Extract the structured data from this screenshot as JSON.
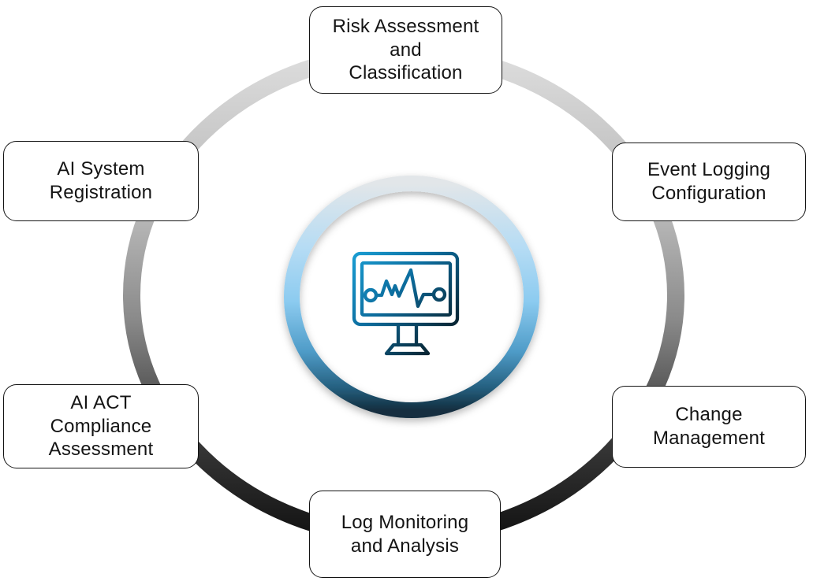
{
  "diagram": {
    "type": "circular-process",
    "center": {
      "icon": "monitor-pulse-icon"
    },
    "nodes": [
      {
        "id": "risk-assessment-and-classification",
        "position": "top",
        "label": "Risk Assessment\nand\nClassification"
      },
      {
        "id": "event-logging-configuration",
        "position": "upper-right",
        "label": "Event Logging\nConfiguration"
      },
      {
        "id": "change-management",
        "position": "lower-right",
        "label": "Change\nManagement"
      },
      {
        "id": "log-monitoring-and-analysis",
        "position": "bottom",
        "label": "Log Monitoring\nand Analysis"
      },
      {
        "id": "ai-act-compliance-assessment",
        "position": "lower-left",
        "label": "AI ACT\nCompliance\nAssessment"
      },
      {
        "id": "ai-system-registration",
        "position": "upper-left",
        "label": "AI System\nRegistration"
      }
    ],
    "colors": {
      "background": "#ffffff",
      "box_background": "#ffffff",
      "box_border": "#141414",
      "text": "#141414",
      "outer_ring_top": "#dddddd",
      "outer_ring_middle": "#9a9a9a",
      "outer_ring_bottom": "#121212",
      "inner_ring_top": "#e2e6e9",
      "inner_ring_light_blue": "#8ccbf0",
      "inner_ring_bottom": "#16374a",
      "icon_blue": "#1a9ed4",
      "icon_black": "#000000"
    }
  }
}
